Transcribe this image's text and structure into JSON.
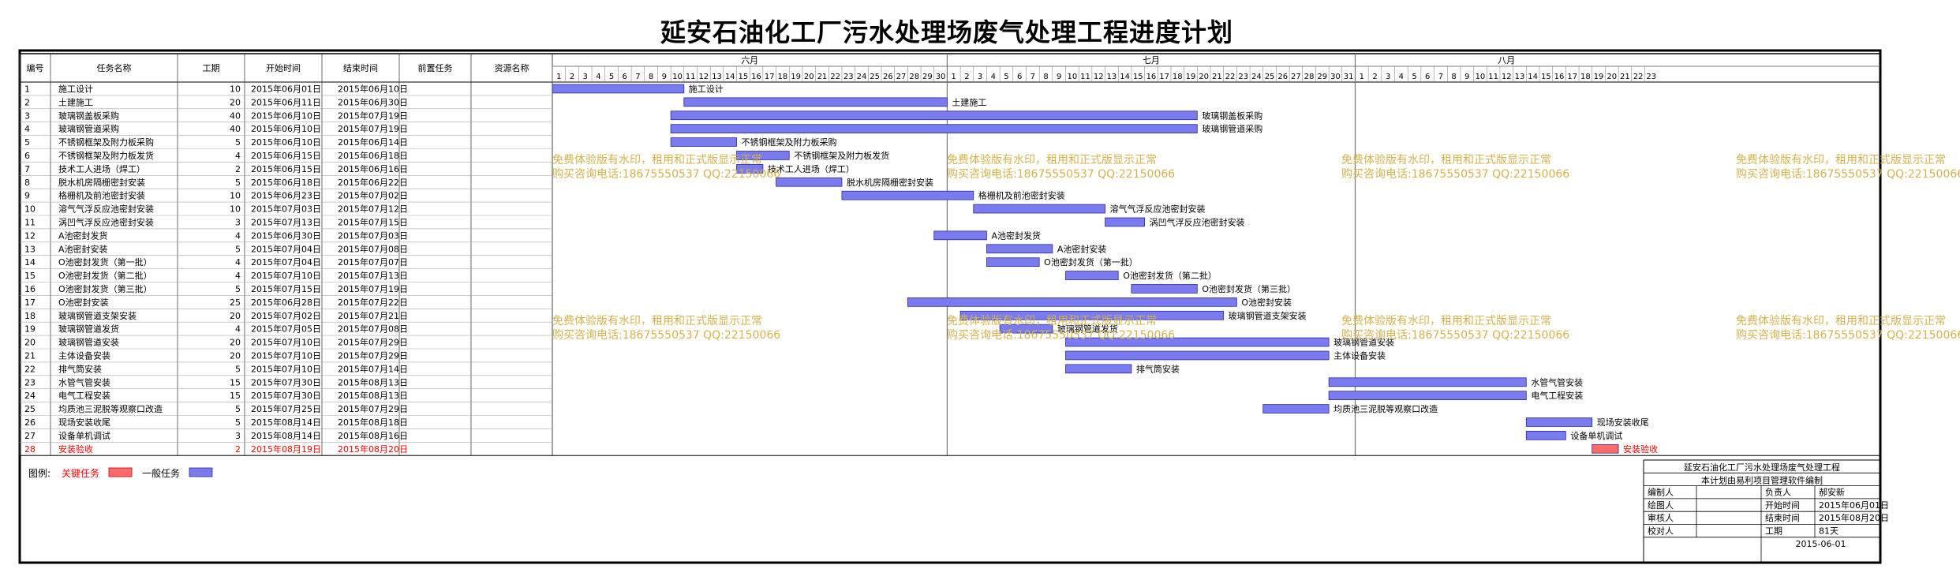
{
  "title": "延安石油化工厂污水处理场废气处理工程进度计划",
  "columns": [
    "编号",
    "任务名称",
    "工期",
    "开始时间",
    "结束时间",
    "前置任务",
    "资源名称"
  ],
  "months": [
    {
      "label": "六月",
      "days": 30
    },
    {
      "label": "七月",
      "days": 31
    },
    {
      "label": "八月",
      "days": 23
    }
  ],
  "colors": {
    "normal_bar": "#7b7bf0",
    "critical_bar": "#ff6b6b",
    "critical_text": "#ff0000",
    "watermark": "#d4b24c",
    "border": "#000000"
  },
  "chart_data": {
    "type": "gantt",
    "x_axis": {
      "start": "2015-06-01",
      "end": "2015-08-23"
    },
    "tasks": [
      {
        "id": "1",
        "name": "施工设计",
        "duration": "10",
        "start": "2015年06月01日",
        "end": "2015年06月10日",
        "s": "2015-06-01",
        "e": "2015-06-10",
        "critical": false
      },
      {
        "id": "2",
        "name": "土建施工",
        "duration": "20",
        "start": "2015年06月11日",
        "end": "2015年06月30日",
        "s": "2015-06-11",
        "e": "2015-06-30",
        "critical": false
      },
      {
        "id": "3",
        "name": "玻璃钢盖板采购",
        "duration": "40",
        "start": "2015年06月10日",
        "end": "2015年07月19日",
        "s": "2015-06-10",
        "e": "2015-07-19",
        "critical": false
      },
      {
        "id": "4",
        "name": "玻璃钢管道采购",
        "duration": "40",
        "start": "2015年06月10日",
        "end": "2015年07月19日",
        "s": "2015-06-10",
        "e": "2015-07-19",
        "critical": false
      },
      {
        "id": "5",
        "name": "不锈钢框架及附力板采购",
        "duration": "5",
        "start": "2015年06月10日",
        "end": "2015年06月14日",
        "s": "2015-06-10",
        "e": "2015-06-14",
        "critical": false
      },
      {
        "id": "6",
        "name": "不锈钢框架及附力板发货",
        "duration": "4",
        "start": "2015年06月15日",
        "end": "2015年06月18日",
        "s": "2015-06-15",
        "e": "2015-06-18",
        "critical": false
      },
      {
        "id": "7",
        "name": "技术工人进场（焊工）",
        "duration": "2",
        "start": "2015年06月15日",
        "end": "2015年06月16日",
        "s": "2015-06-15",
        "e": "2015-06-16",
        "critical": false
      },
      {
        "id": "8",
        "name": "脱水机房隔栅密封安装",
        "duration": "5",
        "start": "2015年06月18日",
        "end": "2015年06月22日",
        "s": "2015-06-18",
        "e": "2015-06-22",
        "critical": false
      },
      {
        "id": "9",
        "name": "格栅机及前池密封安装",
        "duration": "10",
        "start": "2015年06月23日",
        "end": "2015年07月02日",
        "s": "2015-06-23",
        "e": "2015-07-02",
        "critical": false
      },
      {
        "id": "10",
        "name": "溶气气浮反应池密封安装",
        "duration": "10",
        "start": "2015年07月03日",
        "end": "2015年07月12日",
        "s": "2015-07-03",
        "e": "2015-07-12",
        "critical": false
      },
      {
        "id": "11",
        "name": "涡凹气浮反应池密封安装",
        "duration": "3",
        "start": "2015年07月13日",
        "end": "2015年07月15日",
        "s": "2015-07-13",
        "e": "2015-07-15",
        "critical": false
      },
      {
        "id": "12",
        "name": "A池密封发货",
        "duration": "4",
        "start": "2015年06月30日",
        "end": "2015年07月03日",
        "s": "2015-06-30",
        "e": "2015-07-03",
        "critical": false
      },
      {
        "id": "13",
        "name": "A池密封安装",
        "duration": "5",
        "start": "2015年07月04日",
        "end": "2015年07月08日",
        "s": "2015-07-04",
        "e": "2015-07-08",
        "critical": false
      },
      {
        "id": "14",
        "name": "O池密封发货（第一批）",
        "duration": "4",
        "start": "2015年07月04日",
        "end": "2015年07月07日",
        "s": "2015-07-04",
        "e": "2015-07-07",
        "critical": false
      },
      {
        "id": "15",
        "name": "O池密封发货（第二批）",
        "duration": "4",
        "start": "2015年07月10日",
        "end": "2015年07月13日",
        "s": "2015-07-10",
        "e": "2015-07-13",
        "critical": false
      },
      {
        "id": "16",
        "name": "O池密封发货（第三批）",
        "duration": "5",
        "start": "2015年07月15日",
        "end": "2015年07月19日",
        "s": "2015-07-15",
        "e": "2015-07-19",
        "critical": false
      },
      {
        "id": "17",
        "name": "O池密封安装",
        "duration": "25",
        "start": "2015年06月28日",
        "end": "2015年07月22日",
        "s": "2015-06-28",
        "e": "2015-07-22",
        "critical": false
      },
      {
        "id": "18",
        "name": "玻璃钢管道支架安装",
        "duration": "20",
        "start": "2015年07月02日",
        "end": "2015年07月21日",
        "s": "2015-07-02",
        "e": "2015-07-21",
        "critical": false
      },
      {
        "id": "19",
        "name": "玻璃钢管道发货",
        "duration": "4",
        "start": "2015年07月05日",
        "end": "2015年07月08日",
        "s": "2015-07-05",
        "e": "2015-07-08",
        "critical": false
      },
      {
        "id": "20",
        "name": "玻璃钢管道安装",
        "duration": "20",
        "start": "2015年07月10日",
        "end": "2015年07月29日",
        "s": "2015-07-10",
        "e": "2015-07-29",
        "critical": false
      },
      {
        "id": "21",
        "name": "主体设备安装",
        "duration": "20",
        "start": "2015年07月10日",
        "end": "2015年07月29日",
        "s": "2015-07-10",
        "e": "2015-07-29",
        "critical": false
      },
      {
        "id": "22",
        "name": "排气筒安装",
        "duration": "5",
        "start": "2015年07月10日",
        "end": "2015年07月14日",
        "s": "2015-07-10",
        "e": "2015-07-14",
        "critical": false
      },
      {
        "id": "23",
        "name": "水管气管安装",
        "duration": "15",
        "start": "2015年07月30日",
        "end": "2015年08月13日",
        "s": "2015-07-30",
        "e": "2015-08-13",
        "critical": false
      },
      {
        "id": "24",
        "name": "电气工程安装",
        "duration": "15",
        "start": "2015年07月30日",
        "end": "2015年08月13日",
        "s": "2015-07-30",
        "e": "2015-08-13",
        "critical": false
      },
      {
        "id": "25",
        "name": "均质池三泥脱等观察口改造",
        "duration": "5",
        "start": "2015年07月25日",
        "end": "2015年07月29日",
        "s": "2015-07-25",
        "e": "2015-07-29",
        "critical": false
      },
      {
        "id": "26",
        "name": "现场安装收尾",
        "duration": "5",
        "start": "2015年08月14日",
        "end": "2015年08月18日",
        "s": "2015-08-14",
        "e": "2015-08-18",
        "critical": false
      },
      {
        "id": "27",
        "name": "设备单机调试",
        "duration": "3",
        "start": "2015年08月14日",
        "end": "2015年08月16日",
        "s": "2015-08-14",
        "e": "2015-08-16",
        "critical": false
      },
      {
        "id": "28",
        "name": "安装验收",
        "duration": "2",
        "start": "2015年08月19日",
        "end": "2015年08月20日",
        "s": "2015-08-19",
        "e": "2015-08-20",
        "critical": true
      }
    ]
  },
  "legend": {
    "label": "图例:",
    "critical": "关键任务",
    "normal": "一般任务"
  },
  "watermark": {
    "line1": "免费体验版有水印，租用和正式版显示正常",
    "line2": "购买咨询电话:18675550537 QQ:22150066"
  },
  "info_box": {
    "project": "延安石油化工厂污水处理场废气处理工程",
    "made_by": "本计划由易利项目管理软件编制",
    "rows": [
      [
        "编制人",
        "",
        "负责人",
        "郝安新"
      ],
      [
        "绘图人",
        "",
        "开始时间",
        "2015年06月01日"
      ],
      [
        "审核人",
        "",
        "结束时间",
        "2015年08月20日"
      ],
      [
        "校对人",
        "",
        "工期",
        "81天"
      ]
    ],
    "date": "2015-06-01"
  }
}
